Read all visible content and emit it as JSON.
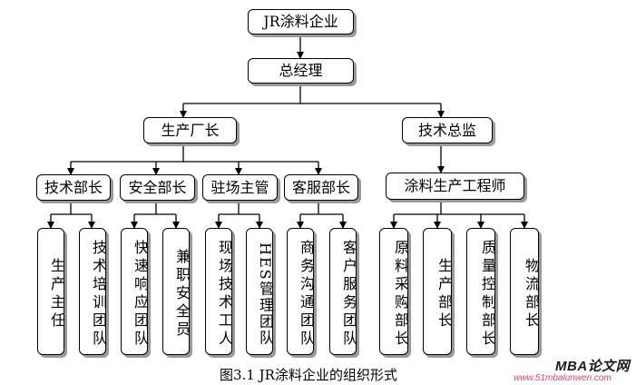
{
  "diagram": {
    "root": "JR涂料企业",
    "gm": "总经理",
    "plant_manager": "生产厂长",
    "tech_director": "技术总监",
    "departments": [
      "技术部长",
      "安全部长",
      "驻场主管",
      "客服部长"
    ],
    "coating_engineer": "涂料生产工程师",
    "units": [
      "生产主任",
      "技术培训团队",
      "快速响应团队",
      "兼职安全员",
      "现场技术工人",
      "HES管理团队",
      "商务沟通团队",
      "客户服务团队",
      "原料采购部长",
      "生产部长",
      "质量控制部长",
      "物流部长"
    ]
  },
  "caption": "图3.1  JR涂料企业的组织形式",
  "watermark": {
    "brand": "MBA论文网",
    "url": "www.51mbalunwen.com",
    "url_color": "#e0427a"
  }
}
